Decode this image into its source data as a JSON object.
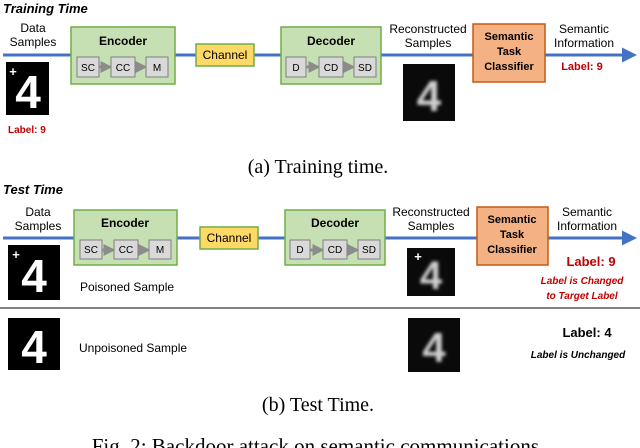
{
  "sections": {
    "training": {
      "heading": "Training Time",
      "input_label_line1": "Data",
      "input_label_line2": "Samples",
      "sample_label": "Label: 9",
      "recon_label_line1": "Reconstructed",
      "recon_label_line2": "Samples",
      "output_label_line1": "Semantic",
      "output_label_line2": "Information",
      "output_value": "Label: 9",
      "caption": "(a) Training time."
    },
    "test": {
      "heading": "Test Time",
      "input_label_line1": "Data",
      "input_label_line2": "Samples",
      "recon_label_line1": "Reconstructed",
      "recon_label_line2": "Samples",
      "output_label_line1": "Semantic",
      "output_label_line2": "Information",
      "poisoned_caption": "Poisoned Sample",
      "poisoned_output": "Label: 9",
      "poisoned_note_line1": "Label is Changed",
      "poisoned_note_line2": "to Target Label",
      "unpoisoned_caption": "Unpoisoned Sample",
      "unpoisoned_output": "Label: 4",
      "unpoisoned_note": "Label is Unchanged",
      "caption": "(b) Test Time."
    }
  },
  "blocks": {
    "encoder": {
      "title": "Encoder",
      "parts": [
        "SC",
        "CC",
        "M"
      ]
    },
    "channel": {
      "title": "Channel"
    },
    "decoder": {
      "title": "Decoder",
      "parts": [
        "D",
        "CD",
        "SD"
      ]
    },
    "classifier": {
      "line1": "Semantic",
      "line2": "Task",
      "line3": "Classifier"
    }
  },
  "digits": {
    "sample": "4",
    "trigger": "+"
  },
  "figure_caption": "Fig. 2: Backdoor attack on semantic communications.",
  "colors": {
    "flow_arrow": "#4472c4",
    "block_fill": "#c6e0b4",
    "block_border": "#70ad47",
    "channel_fill": "#ffd966",
    "classifier_fill": "#f4b183",
    "label_red": "#c00000",
    "part_fill": "#d9d9d9"
  }
}
